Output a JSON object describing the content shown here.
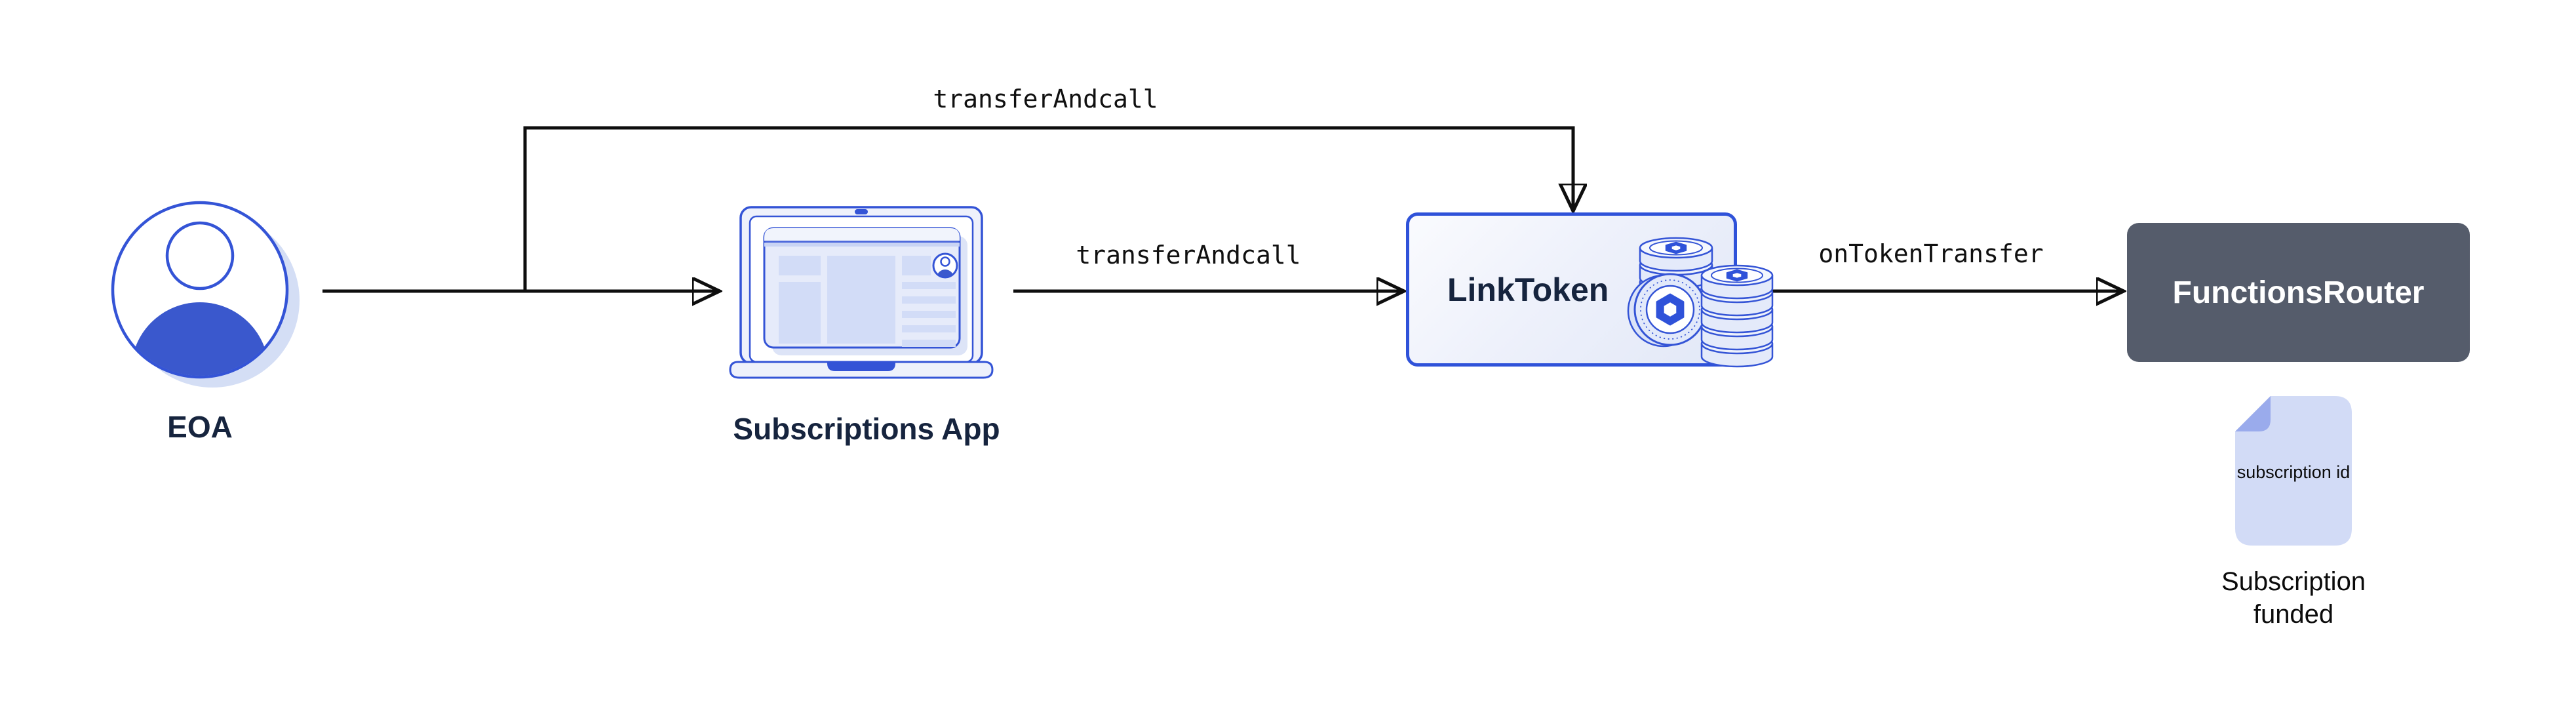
{
  "diagram": {
    "background": "#ffffff",
    "nodes": [
      {
        "id": "eoa",
        "label": "EOA",
        "icon": "user-avatar-icon"
      },
      {
        "id": "subscriptions-app",
        "label": "Subscriptions App",
        "icon": "laptop-icon"
      },
      {
        "id": "link-token",
        "label": "LinkToken",
        "icon": "coin-stack-icon"
      },
      {
        "id": "functions-router",
        "label": "FunctionsRouter",
        "icon": null
      }
    ],
    "edges": [
      {
        "id": "eoa-to-subscriptions-app",
        "label": ""
      },
      {
        "id": "eoa-to-link-token",
        "label": "transferAndcall"
      },
      {
        "id": "subscriptions-app-to-link-token",
        "label": "transferAndcall"
      },
      {
        "id": "link-token-to-functions-router",
        "label": "onTokenTransfer"
      }
    ],
    "artifact": {
      "icon": "document-icon",
      "doc_text": "subscription id",
      "caption": "Subscription funded"
    },
    "colors": {
      "accent_blue": "#3454d6",
      "avatar_blue": "#3a58cd",
      "node_border_blue": "#2f52d9",
      "navy_text": "#16243e",
      "connector_black": "#0e0e0e",
      "slate_gray": "#555c6b",
      "light_lavender": "#d2dcf7",
      "pale_lavender": "#eef1fb",
      "shadow_lavender": "#d4def5",
      "doc_fill": "#d2dbf6",
      "doc_fold": "#9aabec",
      "white": "#ffffff"
    }
  }
}
